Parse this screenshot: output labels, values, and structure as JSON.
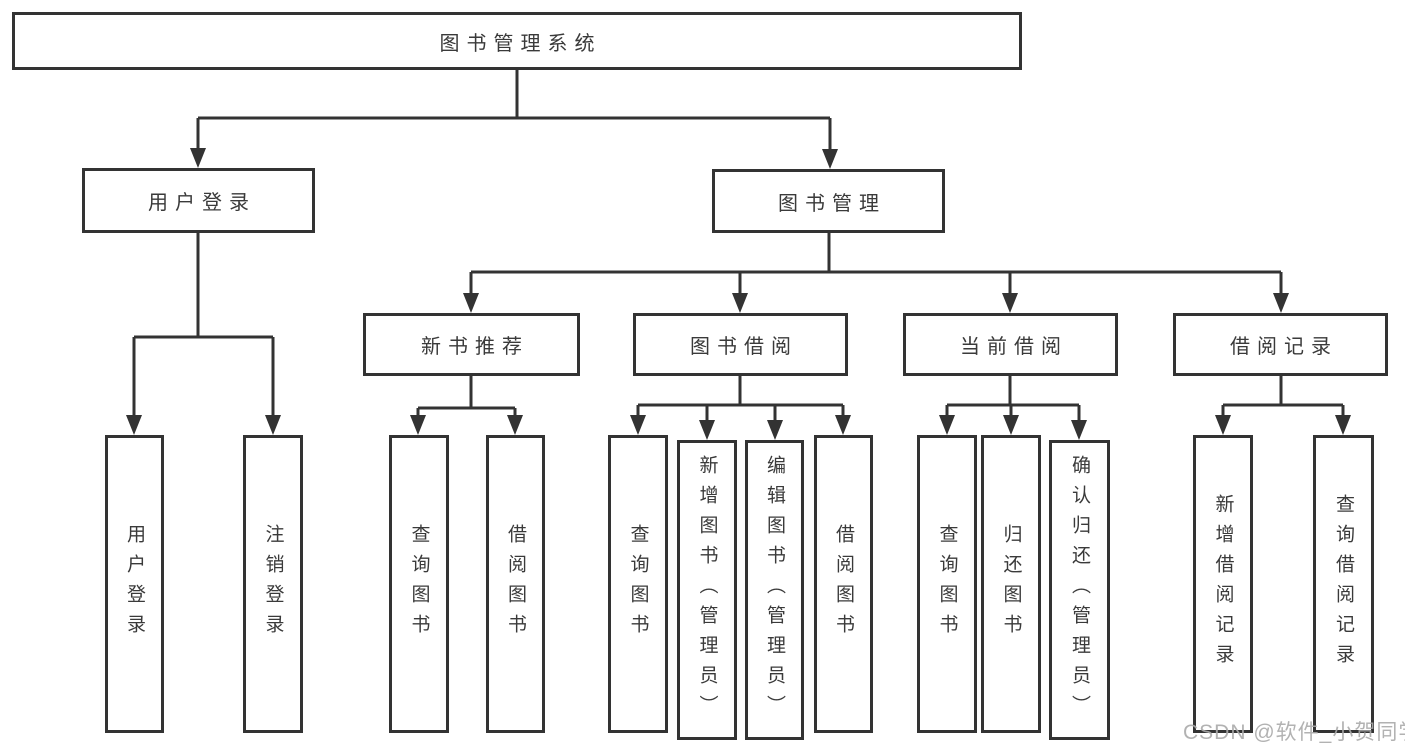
{
  "diagram": {
    "root": {
      "label": "图书管理系统"
    },
    "user_login": {
      "label": "用户登录",
      "children": [
        {
          "label": "用户登录"
        },
        {
          "label": "注销登录"
        }
      ]
    },
    "book_mgmt": {
      "label": "图书管理"
    },
    "new_books": {
      "label": "新书推荐",
      "children": [
        {
          "label": "查询图书"
        },
        {
          "label": "借阅图书"
        }
      ]
    },
    "book_borrow": {
      "label": "图书借阅",
      "children": [
        {
          "label": "查询图书"
        },
        {
          "label": "新增图书（管理员）"
        },
        {
          "label": "编辑图书（管理员）"
        },
        {
          "label": "借阅图书"
        }
      ]
    },
    "current_borrow": {
      "label": "当前借阅",
      "children": [
        {
          "label": "查询图书"
        },
        {
          "label": "归还图书"
        },
        {
          "label": "确认归还（管理员）"
        }
      ]
    },
    "borrow_records": {
      "label": "借阅记录",
      "children": [
        {
          "label": "新增借阅记录"
        },
        {
          "label": "查询借阅记录"
        }
      ]
    }
  },
  "watermark": {
    "text": "CSDN @软件_小贺同学"
  },
  "colors": {
    "line": "#333333",
    "text": "#3a3a3a",
    "background": "#ffffff",
    "watermark": "#aaaaaa"
  }
}
